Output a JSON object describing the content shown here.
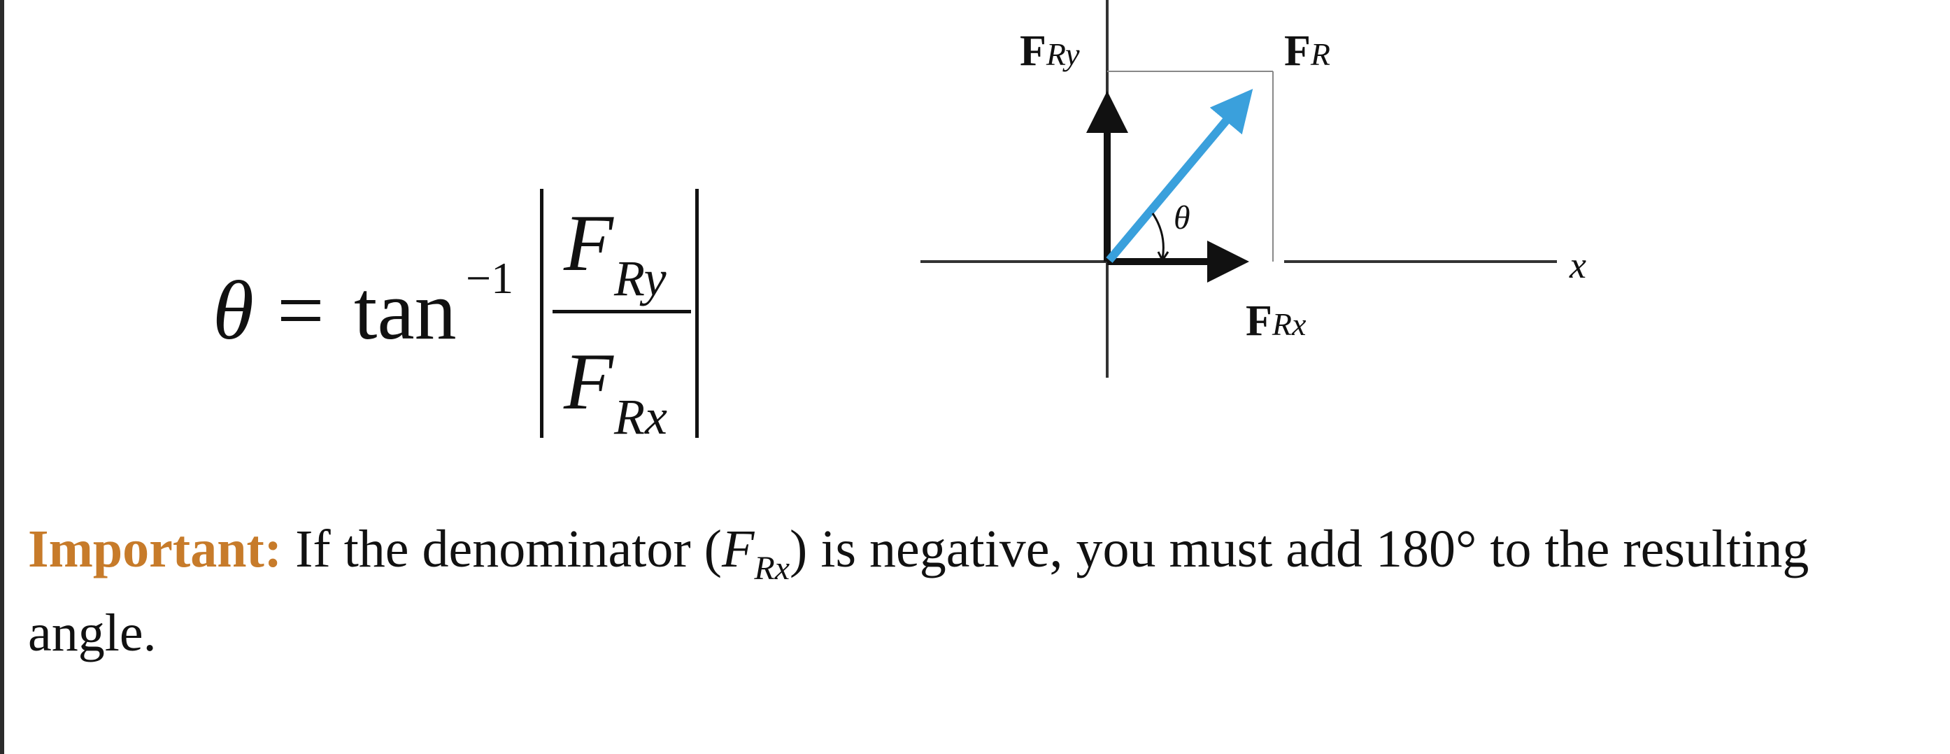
{
  "formula": {
    "theta": "θ",
    "equals": "=",
    "tan": "tan",
    "exponent": "−1",
    "numerator_F": "F",
    "numerator_sub": "Ry",
    "denominator_F": "F",
    "denominator_sub": "Rx"
  },
  "diagram": {
    "fry_main": "F",
    "fry_sub": "Ry",
    "fr_main": "F",
    "fr_sub": "R",
    "frx_main": "F",
    "frx_sub": "Rx",
    "theta": "θ",
    "x_axis": "x",
    "resultant_color": "#3aa0dc",
    "component_color": "#111111"
  },
  "note": {
    "important_label": "Important:",
    "text_before": " If the denominator (",
    "var_F": "F",
    "var_sub": "Rx",
    "text_after": ") is negative, you must add 180° to the resulting angle.",
    "important_color": "#c77b2a"
  }
}
